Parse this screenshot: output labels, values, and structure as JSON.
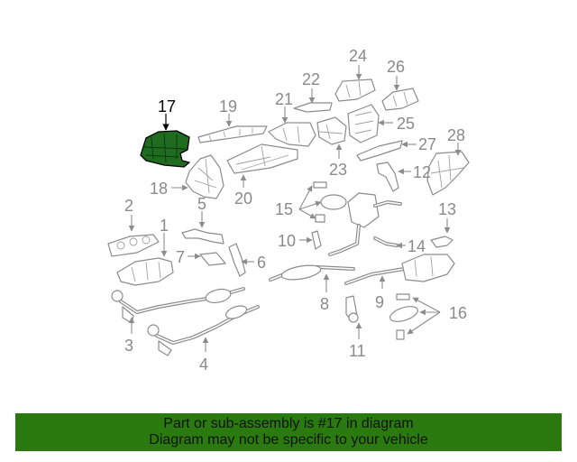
{
  "diagram": {
    "highlighted_part": "17",
    "highlight_color": "#1f6b1f",
    "callouts": {
      "c1": "1",
      "c2": "2",
      "c3": "3",
      "c4": "4",
      "c5": "5",
      "c6": "6",
      "c7": "7",
      "c8": "8",
      "c9": "9",
      "c10": "10",
      "c11": "11",
      "c12": "12",
      "c13": "13",
      "c14": "14",
      "c15": "15",
      "c16": "16",
      "c17": "17",
      "c18": "18",
      "c19": "19",
      "c20": "20",
      "c21": "21",
      "c22": "22",
      "c23": "23",
      "c24": "24",
      "c25": "25",
      "c26": "26",
      "c27": "27",
      "c28": "28"
    }
  },
  "banner": {
    "line1": "Part or sub-assembly is #17 in diagram",
    "line2": "Diagram may not be specific to your vehicle",
    "background": "#2a7a0f"
  }
}
